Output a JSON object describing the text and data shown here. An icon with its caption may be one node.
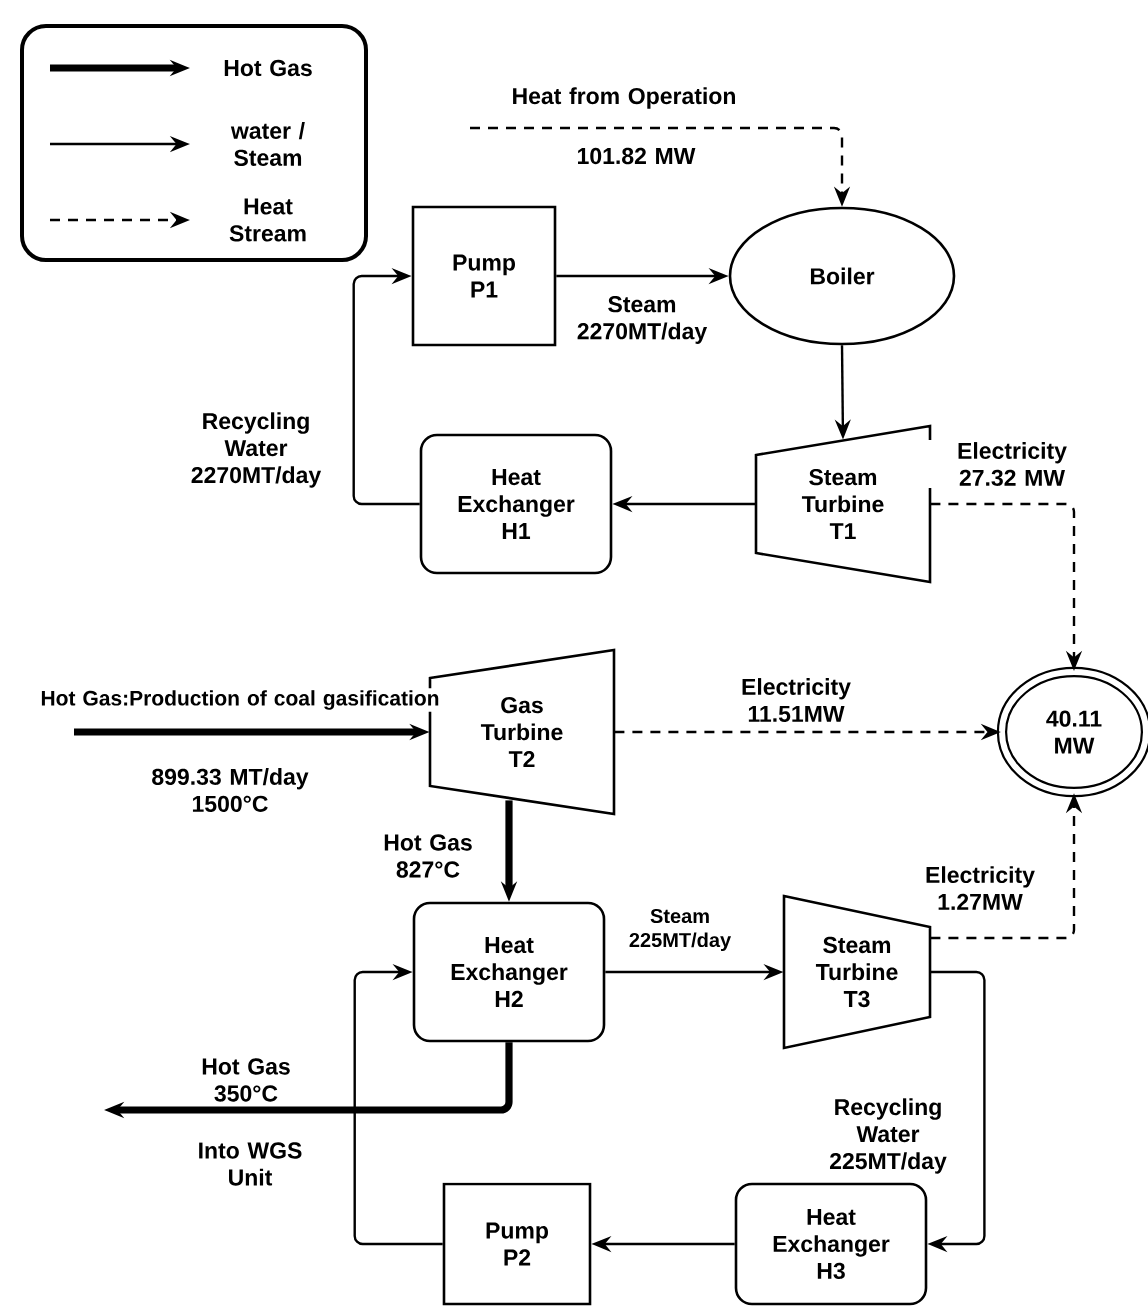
{
  "diagram": {
    "nodes": [
      {
        "text": [
          "Pump P1"
        ]
      },
      {
        "text": [
          "Boiler"
        ]
      },
      {
        "text": [
          "Heat Exchanger H1"
        ]
      },
      {
        "text": [
          "Steam Turbine T1"
        ]
      },
      {
        "text": [
          "Gas Turbine T2"
        ]
      },
      {
        "text": [
          "40.11 MW"
        ]
      },
      {
        "text": [
          "Heat Exchanger H2"
        ]
      },
      {
        "text": [
          "Steam Turbine T3"
        ]
      },
      {
        "text": [
          "Heat Exchanger H3"
        ]
      },
      {
        "text": [
          "Pump P2"
        ]
      }
    ],
    "edges": [
      {
        "from": null,
        "to": 1,
        "arrow": "to",
        "style": "dashed",
        "label": "101.82 MW"
      },
      {
        "from": 0,
        "to": 1,
        "arrow": "to",
        "label": "Steam 2270MT/day"
      },
      {
        "from": 1,
        "to": 3,
        "arrow": "to"
      },
      {
        "from": 3,
        "to": 2,
        "arrow": "to"
      },
      {
        "from": 2,
        "to": 0,
        "arrow": "to",
        "label": "Recycling Water 2270MT/day"
      },
      {
        "from": 3,
        "to": 5,
        "arrow": "to",
        "style": "dashed",
        "label": "Electricity 27.32 MW"
      },
      {
        "from": null,
        "to": 4,
        "arrow": "to",
        "style": "thick",
        "label": "Hot Gas:Production of coal gasification"
      },
      {
        "from": 4,
        "to": 5,
        "arrow": "to",
        "style": "dashed",
        "label": "Electricity 11.51MW"
      },
      {
        "from": 4,
        "to": 6,
        "arrow": "to",
        "style": "thick",
        "label": "Hot Gas 827°C"
      },
      {
        "from": 6,
        "to": null,
        "arrow": "to",
        "style": "thick",
        "label": "Hot Gas 350°C"
      },
      {
        "from": 6,
        "to": 7,
        "arrow": "to",
        "label": "Steam 225MT/day"
      },
      {
        "from": 7,
        "to": 5,
        "arrow": "to",
        "style": "dashed",
        "label": "Electricity 1.27MW"
      },
      {
        "from": 7,
        "to": 8,
        "arrow": "to",
        "label": "Recycling Water 225MT/day"
      },
      {
        "from": 8,
        "to": 9,
        "arrow": "to"
      },
      {
        "from": 9,
        "to": 6,
        "arrow": "to"
      }
    ],
    "labels": [
      "Heat from Operation",
      "899.33 MT/day 1500°C",
      "Into WGS Unit"
    ],
    "legend": [
      {
        "text": "Hot Gas"
      },
      {
        "text": "water / Steam"
      },
      {
        "text": "Heat Stream"
      }
    ]
  }
}
